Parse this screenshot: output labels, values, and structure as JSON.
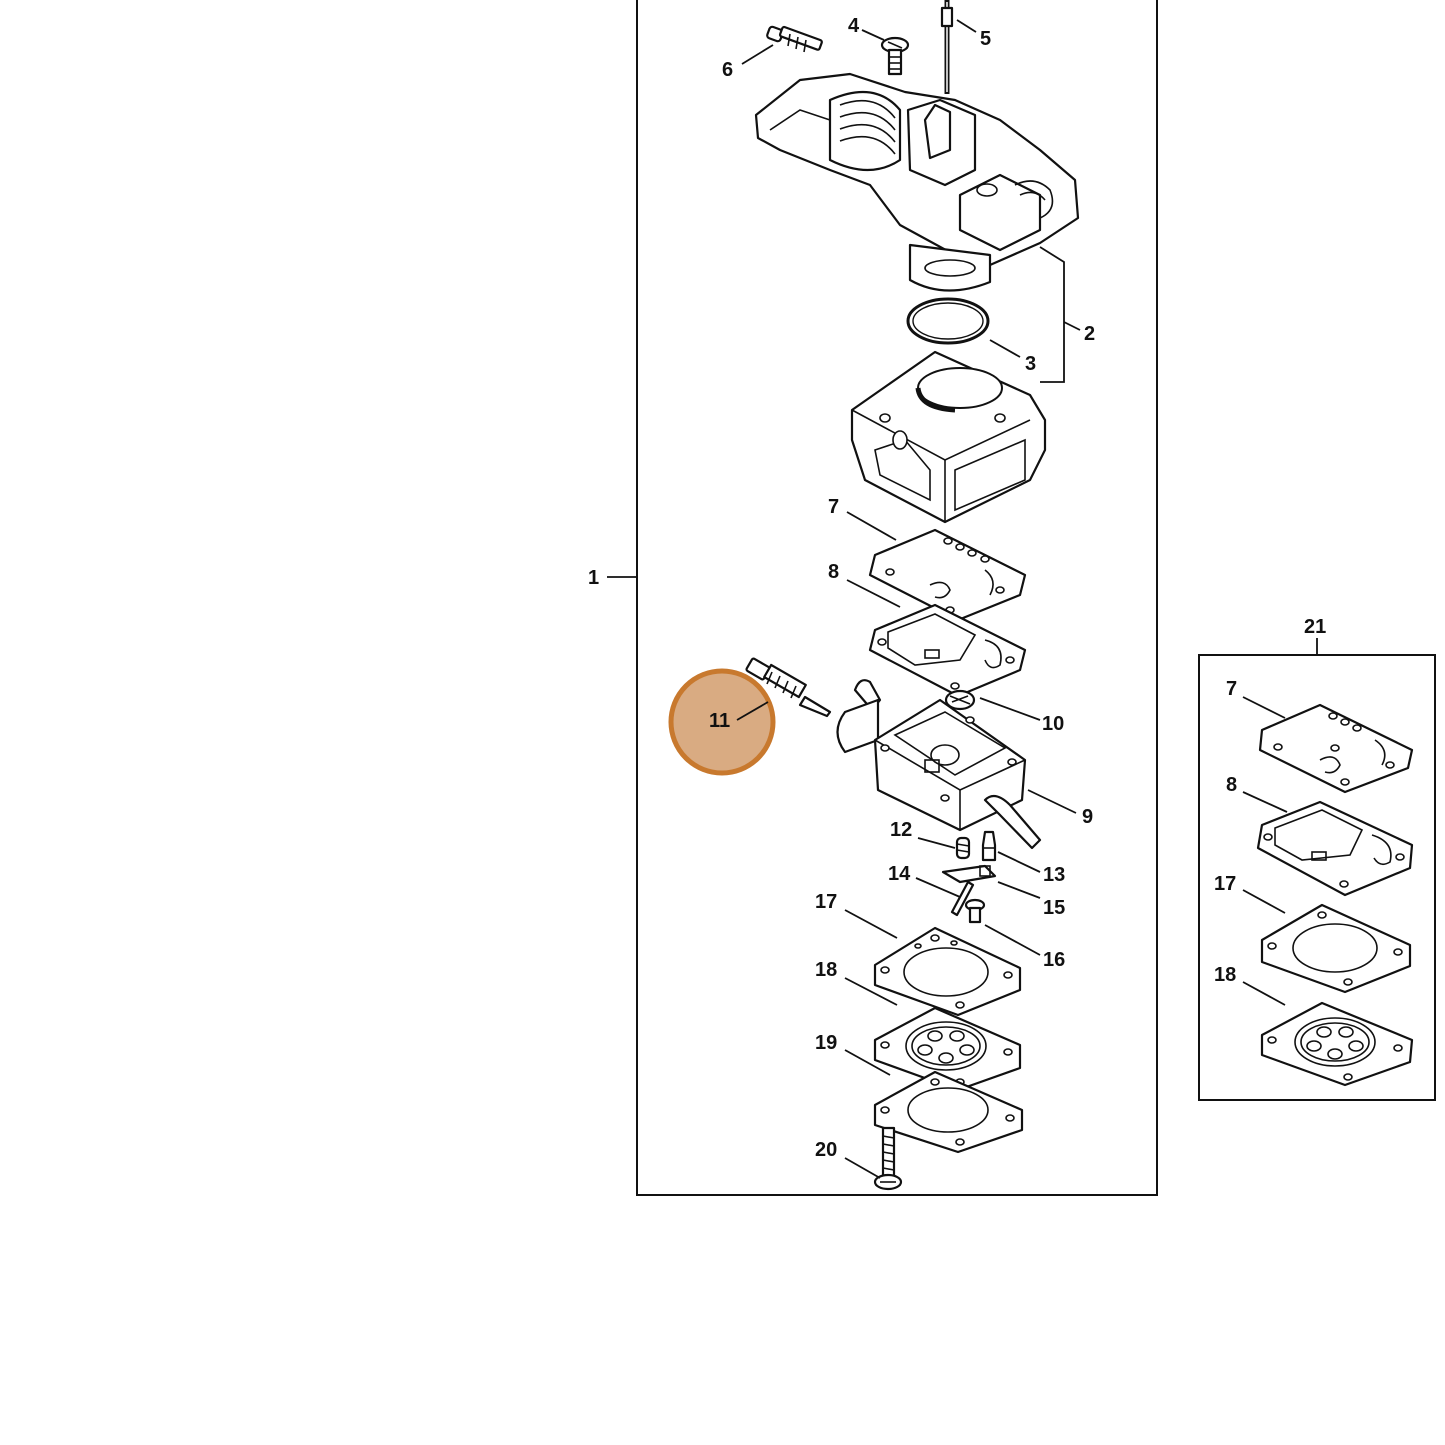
{
  "highlight": {
    "label": "11",
    "fill": "#d9ab82",
    "stroke": "#c8792e"
  },
  "callouts": {
    "c1": "1",
    "c2": "2",
    "c3": "3",
    "c4": "4",
    "c5": "5",
    "c6": "6",
    "c7": "7",
    "c8": "8",
    "c9": "9",
    "c10": "10",
    "c11": "11",
    "c12": "12",
    "c13": "13",
    "c14": "14",
    "c15": "15",
    "c16": "16",
    "c17": "17",
    "c18": "18",
    "c19": "19",
    "c20": "20",
    "c21": "21"
  },
  "kit21": {
    "k7": "7",
    "k8": "8",
    "k17": "17",
    "k18": "18"
  }
}
